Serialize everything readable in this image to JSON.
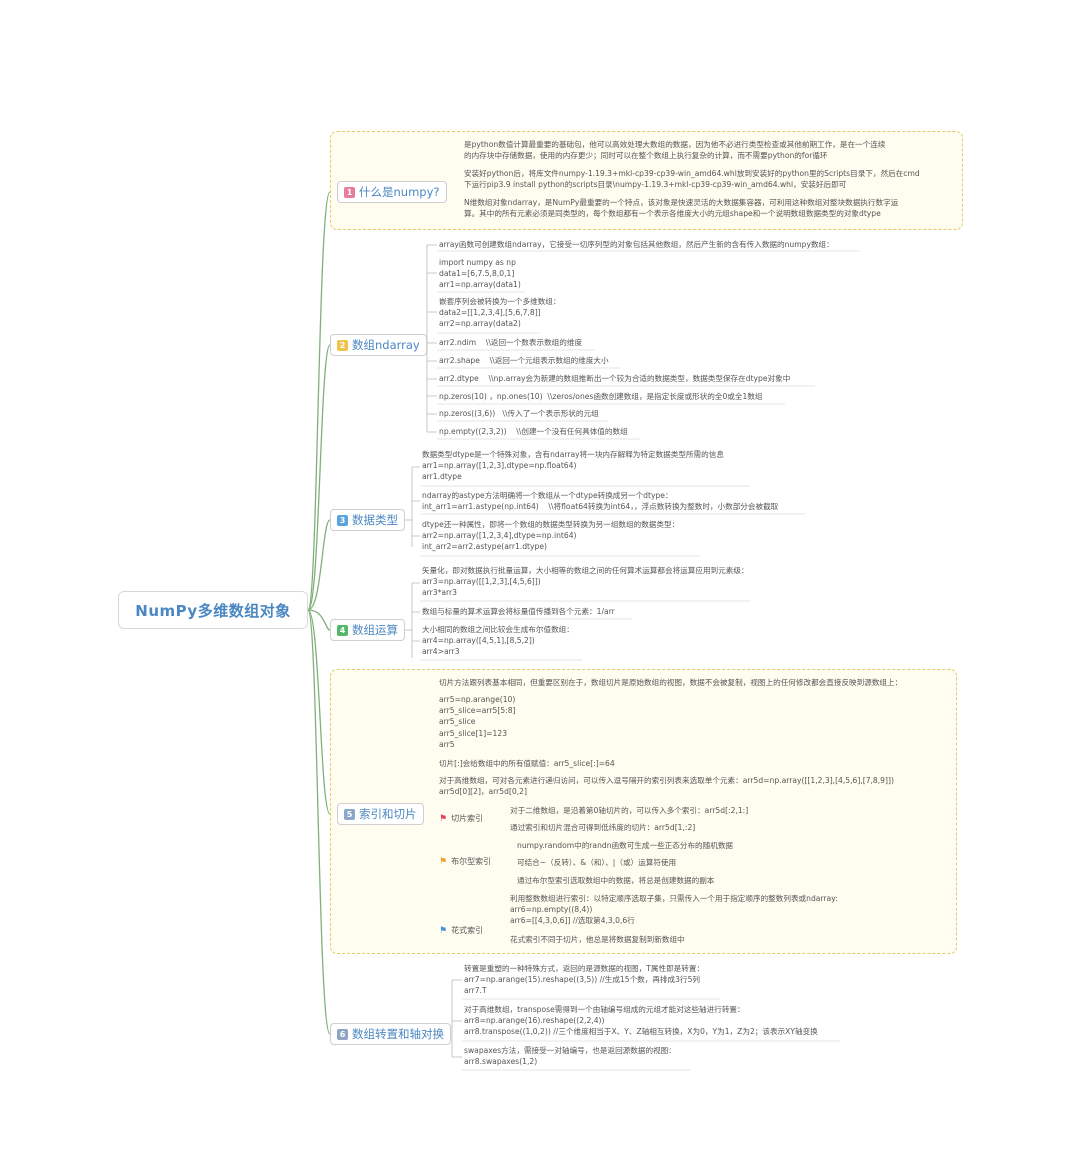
{
  "root": {
    "label": "NumPy多维数组对象"
  },
  "branches": [
    {
      "num": "1",
      "label": "什么是numpy?",
      "color": "#e77c9b"
    },
    {
      "num": "2",
      "label": "数组ndarray",
      "color": "#f1c24e"
    },
    {
      "num": "3",
      "label": "数据类型",
      "color": "#5aa4e0"
    },
    {
      "num": "4",
      "label": "数组运算",
      "color": "#53b86a"
    },
    {
      "num": "5",
      "label": "索引和切片",
      "color": "#8aa6c9"
    },
    {
      "num": "6",
      "label": "数组转置和轴对换",
      "color": "#8fa5c3"
    }
  ],
  "leaves": {
    "b1_1": "是python数值计算最重要的基础包，他可以高效处理大数组的数据，因为他不必进行类型检查或其他前期工作，是在一个连续\n的内存块中存储数据，使用的内存更少；同时可以在整个数组上执行复杂的计算，而不需要python的for循环",
    "b1_2": "安装好python后，将库文件numpy-1.19.3+mkl-cp39-cp39-win_amd64.whl放到安装好的python里的Scripts目录下，然后在cmd\n下运行pip3.9 install python的scripts目录\\numpy-1.19.3+mkl-cp39-cp39-win_amd64.whl，安装好后即可",
    "b1_3": "N维数组对象ndarray，是NumPy最重要的一个特点，该对象是快速灵活的大数据集容器，可利用这种数组对整块数据执行数字运\n算。其中的所有元素必须是同类型的，每个数组都有一个表示各维度大小的元组shape和一个说明数组数据类型的对象dtype",
    "b2_0": "array函数可创建数组ndarray，它接受一切序列型的对象包括其他数组，然后产生新的含有传入数据的numpy数组：",
    "b2_1": "import numpy as np\ndata1=[6,7.5,8,0,1]\narr1=np.array(data1)",
    "b2_2": "嵌套序列会被转换为一个多维数组：\ndata2=[[1,2,3,4],[5,6,7,8]]\narr2=np.array(data2)",
    "b2_3": "arr2.ndim    \\\\返回一个数表示数组的维度",
    "b2_4": "arr2.shape    \\\\返回一个元组表示数组的维度大小",
    "b2_5": "arr2.dtype    \\\\np.array会为新建的数组推断出一个较为合适的数据类型，数据类型保存在dtype对象中",
    "b2_6": "np.zeros(10) ，np.ones(10)  \\\\zeros/ones函数创建数组，是指定长度或形状的全0或全1数组",
    "b2_7": "np.zeros((3,6))   \\\\传入了一个表示形状的元组",
    "b2_8": "np.empty((2,3,2))    \\\\创建一个没有任何具体值的数组",
    "b3_0": "数据类型dtype是一个特殊对象，含有ndarray将一块内存解释为特定数据类型所需的信息\narr1=np.array([1,2,3],dtype=np.float64)\narr1.dtype",
    "b3_1": "ndarray的astype方法明确将一个数组从一个dtype转换成另一个dtype：\nint_arr1=arr1.astype(np.int64)    \\\\将float64转换为int64，，浮点数转换为整数时，小数部分会被截取",
    "b3_2": "dtype还一种属性，即将一个数组的数据类型转换为另一组数组的数据类型：\narr2=np.array([1,2,3,4],dtype=np.int64)\nint_arr2=arr2.astype(arr1.dtype)",
    "b4_0": "矢量化，即对数据执行批量运算，大小相等的数组之间的任何算术运算都会将运算应用到元素级：\narr3=np.array([[1,2,3],[4,5,6]])\narr3*arr3",
    "b4_1": "数组与标量的算术运算会将标量值传播到各个元素：1/arr",
    "b4_2": "大小相同的数组之间比较会生成布尔值数组：\narr4=np.array([4,5,1],[8,5,2])\narr4>arr3",
    "b5_0": "切片方法跟列表基本相同，但重要区别在于，数组切片是原始数组的视图，数据不会被复制，视图上的任何修改都会直接反映到源数组上：",
    "b5_1": "arr5=np.arange(10)\narr5_slice=arr5[5:8]\narr5_slice\narr5_slice[1]=123\narr5",
    "b5_2": "切片[:]会给数组中的所有值赋值：arr5_slice[:]=64",
    "b5_3": "对于高维数组，可对各元素进行递归访问，可以传入逗号隔开的索引列表来选取单个元素：arr5d=np.array([[1,2,3],[4,5,6],[7,8,9]])\narr5d[0][2]，arr5d[0,2]",
    "sub_slice": "切片索引",
    "sub_slice_1": "对于二维数组，是沿着第0轴切片的，可以传入多个索引：arr5d[:2,1:]",
    "sub_slice_2": "通过索引和切片混合可得到低纬度的切片：arr5d[1,:2]",
    "sub_bool": "布尔型索引",
    "sub_bool_1": "numpy.random中的randn函数可生成一些正态分布的随机数据",
    "sub_bool_2": "可结合~（反转）、&（和）、|（或）运算符使用",
    "sub_bool_3": "通过布尔型索引选取数组中的数据，将总是创建数据的副本",
    "sub_fancy": "花式索引",
    "sub_fancy_1": "利用整数数组进行索引：以特定顺序选取子集，只需传入一个用于指定顺序的整数列表或ndarray:\narr6=np.empty((8,4))\narr6=[[4,3,0,6]] //选取第4,3,0,6行",
    "sub_fancy_2": "花式索引不同于切片，他总是将数据复制到新数组中",
    "b6_0": "转置是重塑的一种特殊方式，返回的是源数据的视图，T属性即是转置：\narr7=np.arange(15).reshape((3,5)) //生成15个数，再排成3行5列\narr7.T",
    "b6_1": "对于高维数组，transpose需得到一个由轴编号组成的元组才能对这些轴进行转置：\narr8=np.arange(16).reshape((2,2,4))\narr8.transpose((1,0,2)) //三个维度相当于X、Y、Z轴相互转换，X为0，Y为1，Z为2；该表示XY轴变换",
    "b6_2": "swapaxes方法，需接受一对轴编号，也是返回源数据的视图：\narr8.swapaxes(1,2)"
  }
}
